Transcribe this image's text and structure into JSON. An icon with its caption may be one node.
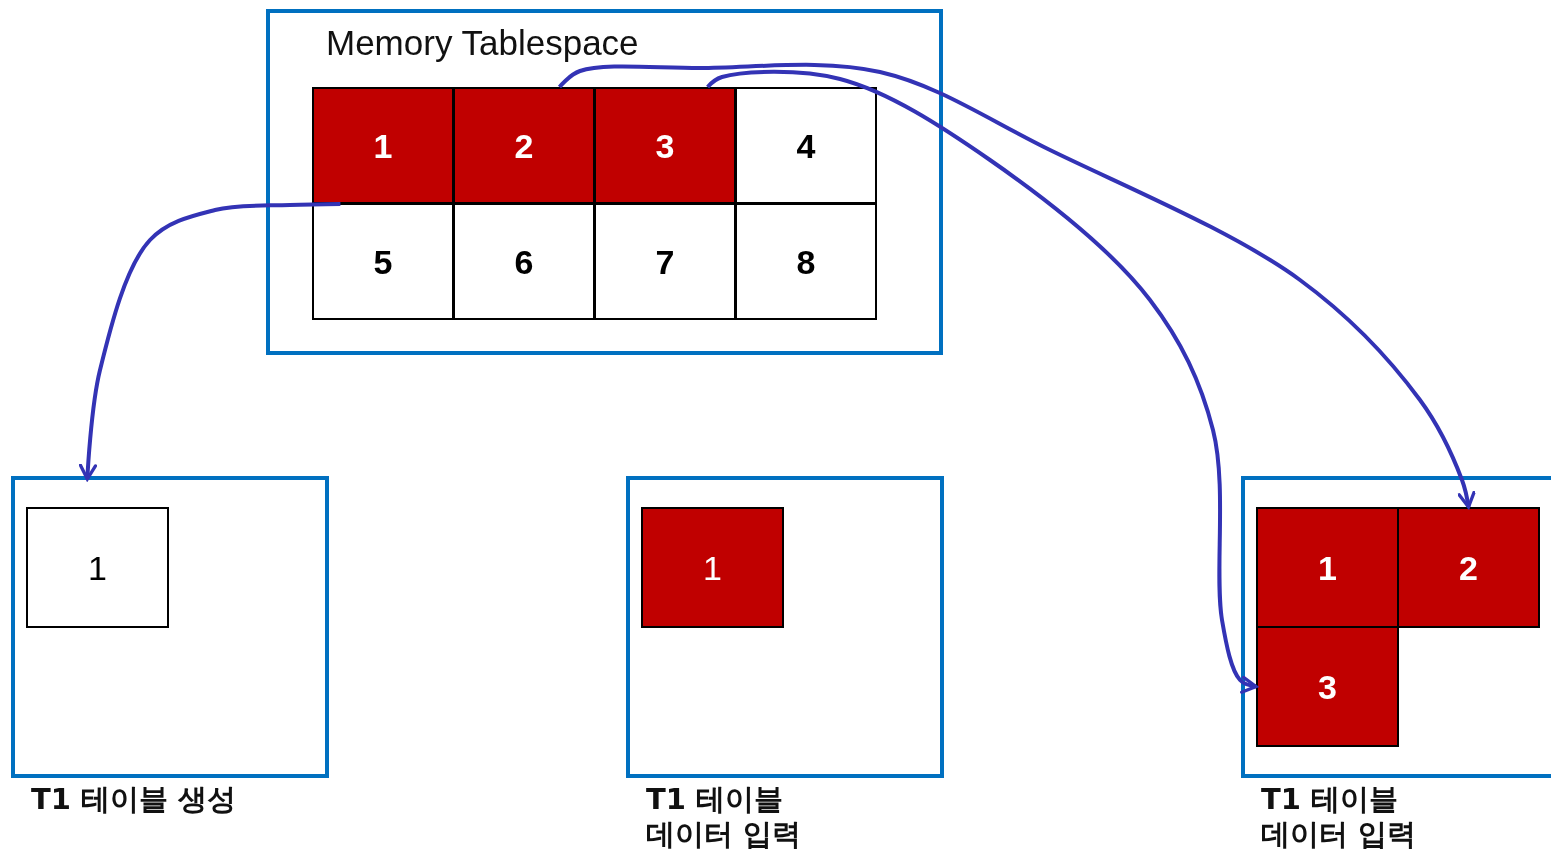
{
  "diagram": {
    "nodes": [
      {
        "text": [
          "Memory Tablespace"
        ]
      },
      {
        "text": [
          "1"
        ],
        "in": 0
      },
      {
        "text": [
          "2"
        ],
        "in": 0
      },
      {
        "text": [
          "3"
        ],
        "in": 0
      },
      {
        "text": [
          "4"
        ],
        "in": 0
      },
      {
        "text": [
          "5"
        ],
        "in": 0
      },
      {
        "text": [
          "6"
        ],
        "in": 0
      },
      {
        "text": [
          "7"
        ],
        "in": 0
      },
      {
        "text": [
          "8"
        ],
        "in": 0
      },
      {
        "text": [
          "T1 테이블 생성"
        ]
      },
      {
        "text": [
          "1"
        ],
        "in": 9
      },
      {
        "text": [
          "T1 테이블 데이터 입력"
        ]
      },
      {
        "text": [
          "1"
        ],
        "in": 11
      },
      {
        "text": [
          "T1 테이블 데이터 입력"
        ]
      },
      {
        "text": [
          "1"
        ],
        "in": 13
      },
      {
        "text": [
          "2"
        ],
        "in": 13
      },
      {
        "text": [
          "3"
        ],
        "in": 13
      }
    ],
    "edges": [
      {
        "from": 1,
        "to": 9,
        "arrow": "to"
      },
      {
        "from": 2,
        "to": 15,
        "arrow": "to"
      },
      {
        "from": 3,
        "to": 16,
        "arrow": "to"
      }
    ]
  }
}
